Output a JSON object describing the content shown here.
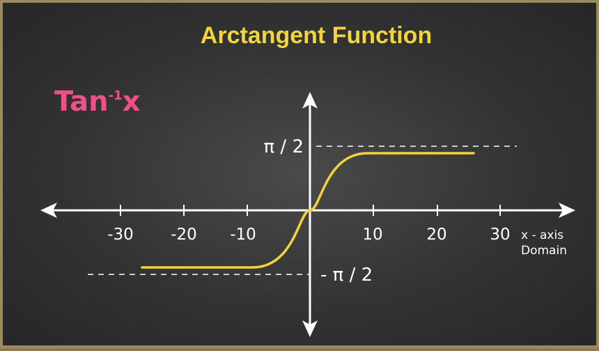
{
  "title": "Arctangent Function",
  "function_label": {
    "base": "Tan",
    "superscript": "-1",
    "variable": "x"
  },
  "x_axis": {
    "name": "x - axis",
    "subtitle": "Domain",
    "ticks": [
      "-30",
      "-20",
      "-10",
      "10",
      "20",
      "30"
    ]
  },
  "asymptotes": {
    "upper": "π / 2",
    "lower": "- π / 2"
  },
  "colors": {
    "title": "#f2d53c",
    "curve": "#f2d53c",
    "function_label": "#f0508a",
    "axes": "#ffffff",
    "board": "#333333",
    "frame": "#9c8a5e"
  },
  "icons": [
    "arrow-left-icon",
    "arrow-right-icon",
    "arrow-up-icon",
    "arrow-down-icon"
  ]
}
